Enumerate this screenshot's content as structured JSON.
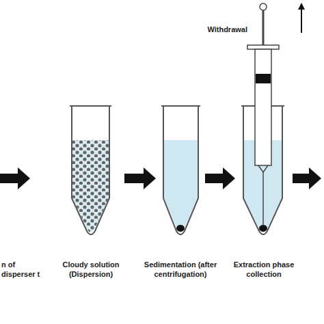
{
  "diagram": {
    "labels": [
      "n of disperser t",
      "Cloudy solution (Dispersion)",
      "Sedimentation (after centrifugation)",
      "Extraction phase collection",
      "Withdrawal"
    ]
  }
}
